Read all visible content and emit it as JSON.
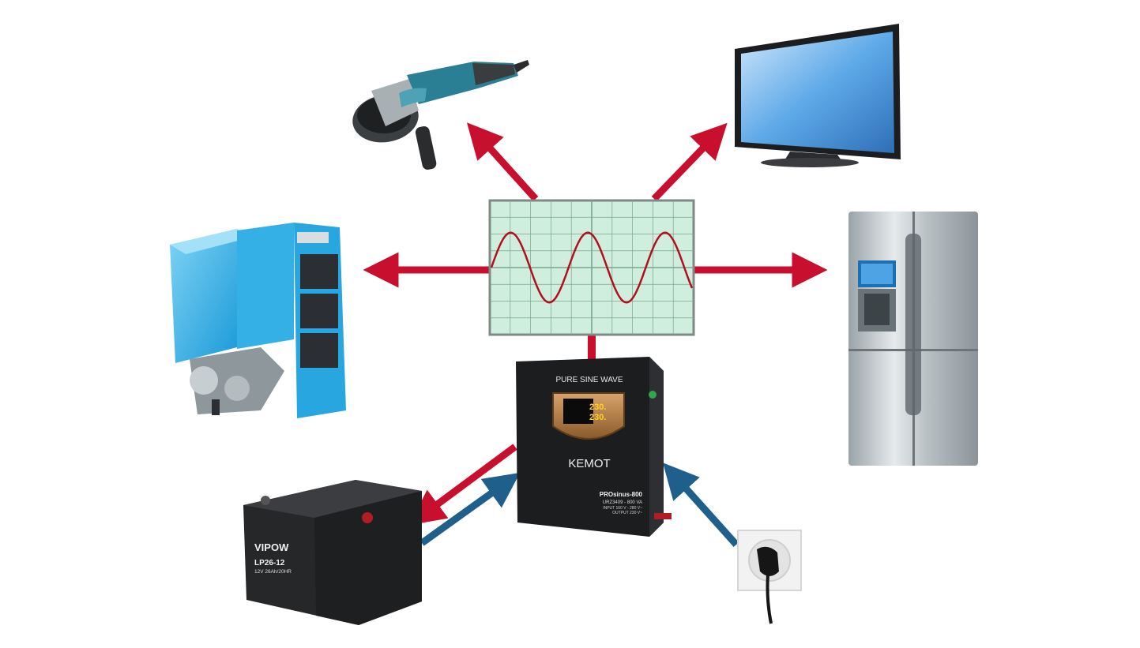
{
  "inverter": {
    "header": "PURE SINE WAVE",
    "display_line1": "230.",
    "display_line2": "230.",
    "brand": "KEMOT",
    "model": "PROsinus-800",
    "code": "URZ3409 - 800 VA",
    "input": "INPUT 160 V - 280 V~",
    "output": "OUTPUT 230 V~"
  },
  "battery": {
    "brand": "VIPOW",
    "model": "LP26-12",
    "spec": "12V 26Ah/20HR"
  },
  "colors": {
    "output_arrow": "#c8102e",
    "input_arrow": "#1f5f8b",
    "scope_bg": "#cfeedd",
    "scope_grid": "#7aa58c",
    "wave": "#b01020"
  },
  "icons": [
    "angle-grinder-icon",
    "tv-icon",
    "boiler-icon",
    "fridge-icon",
    "inverter-icon",
    "battery-icon",
    "wall-socket-icon",
    "oscilloscope-icon"
  ]
}
